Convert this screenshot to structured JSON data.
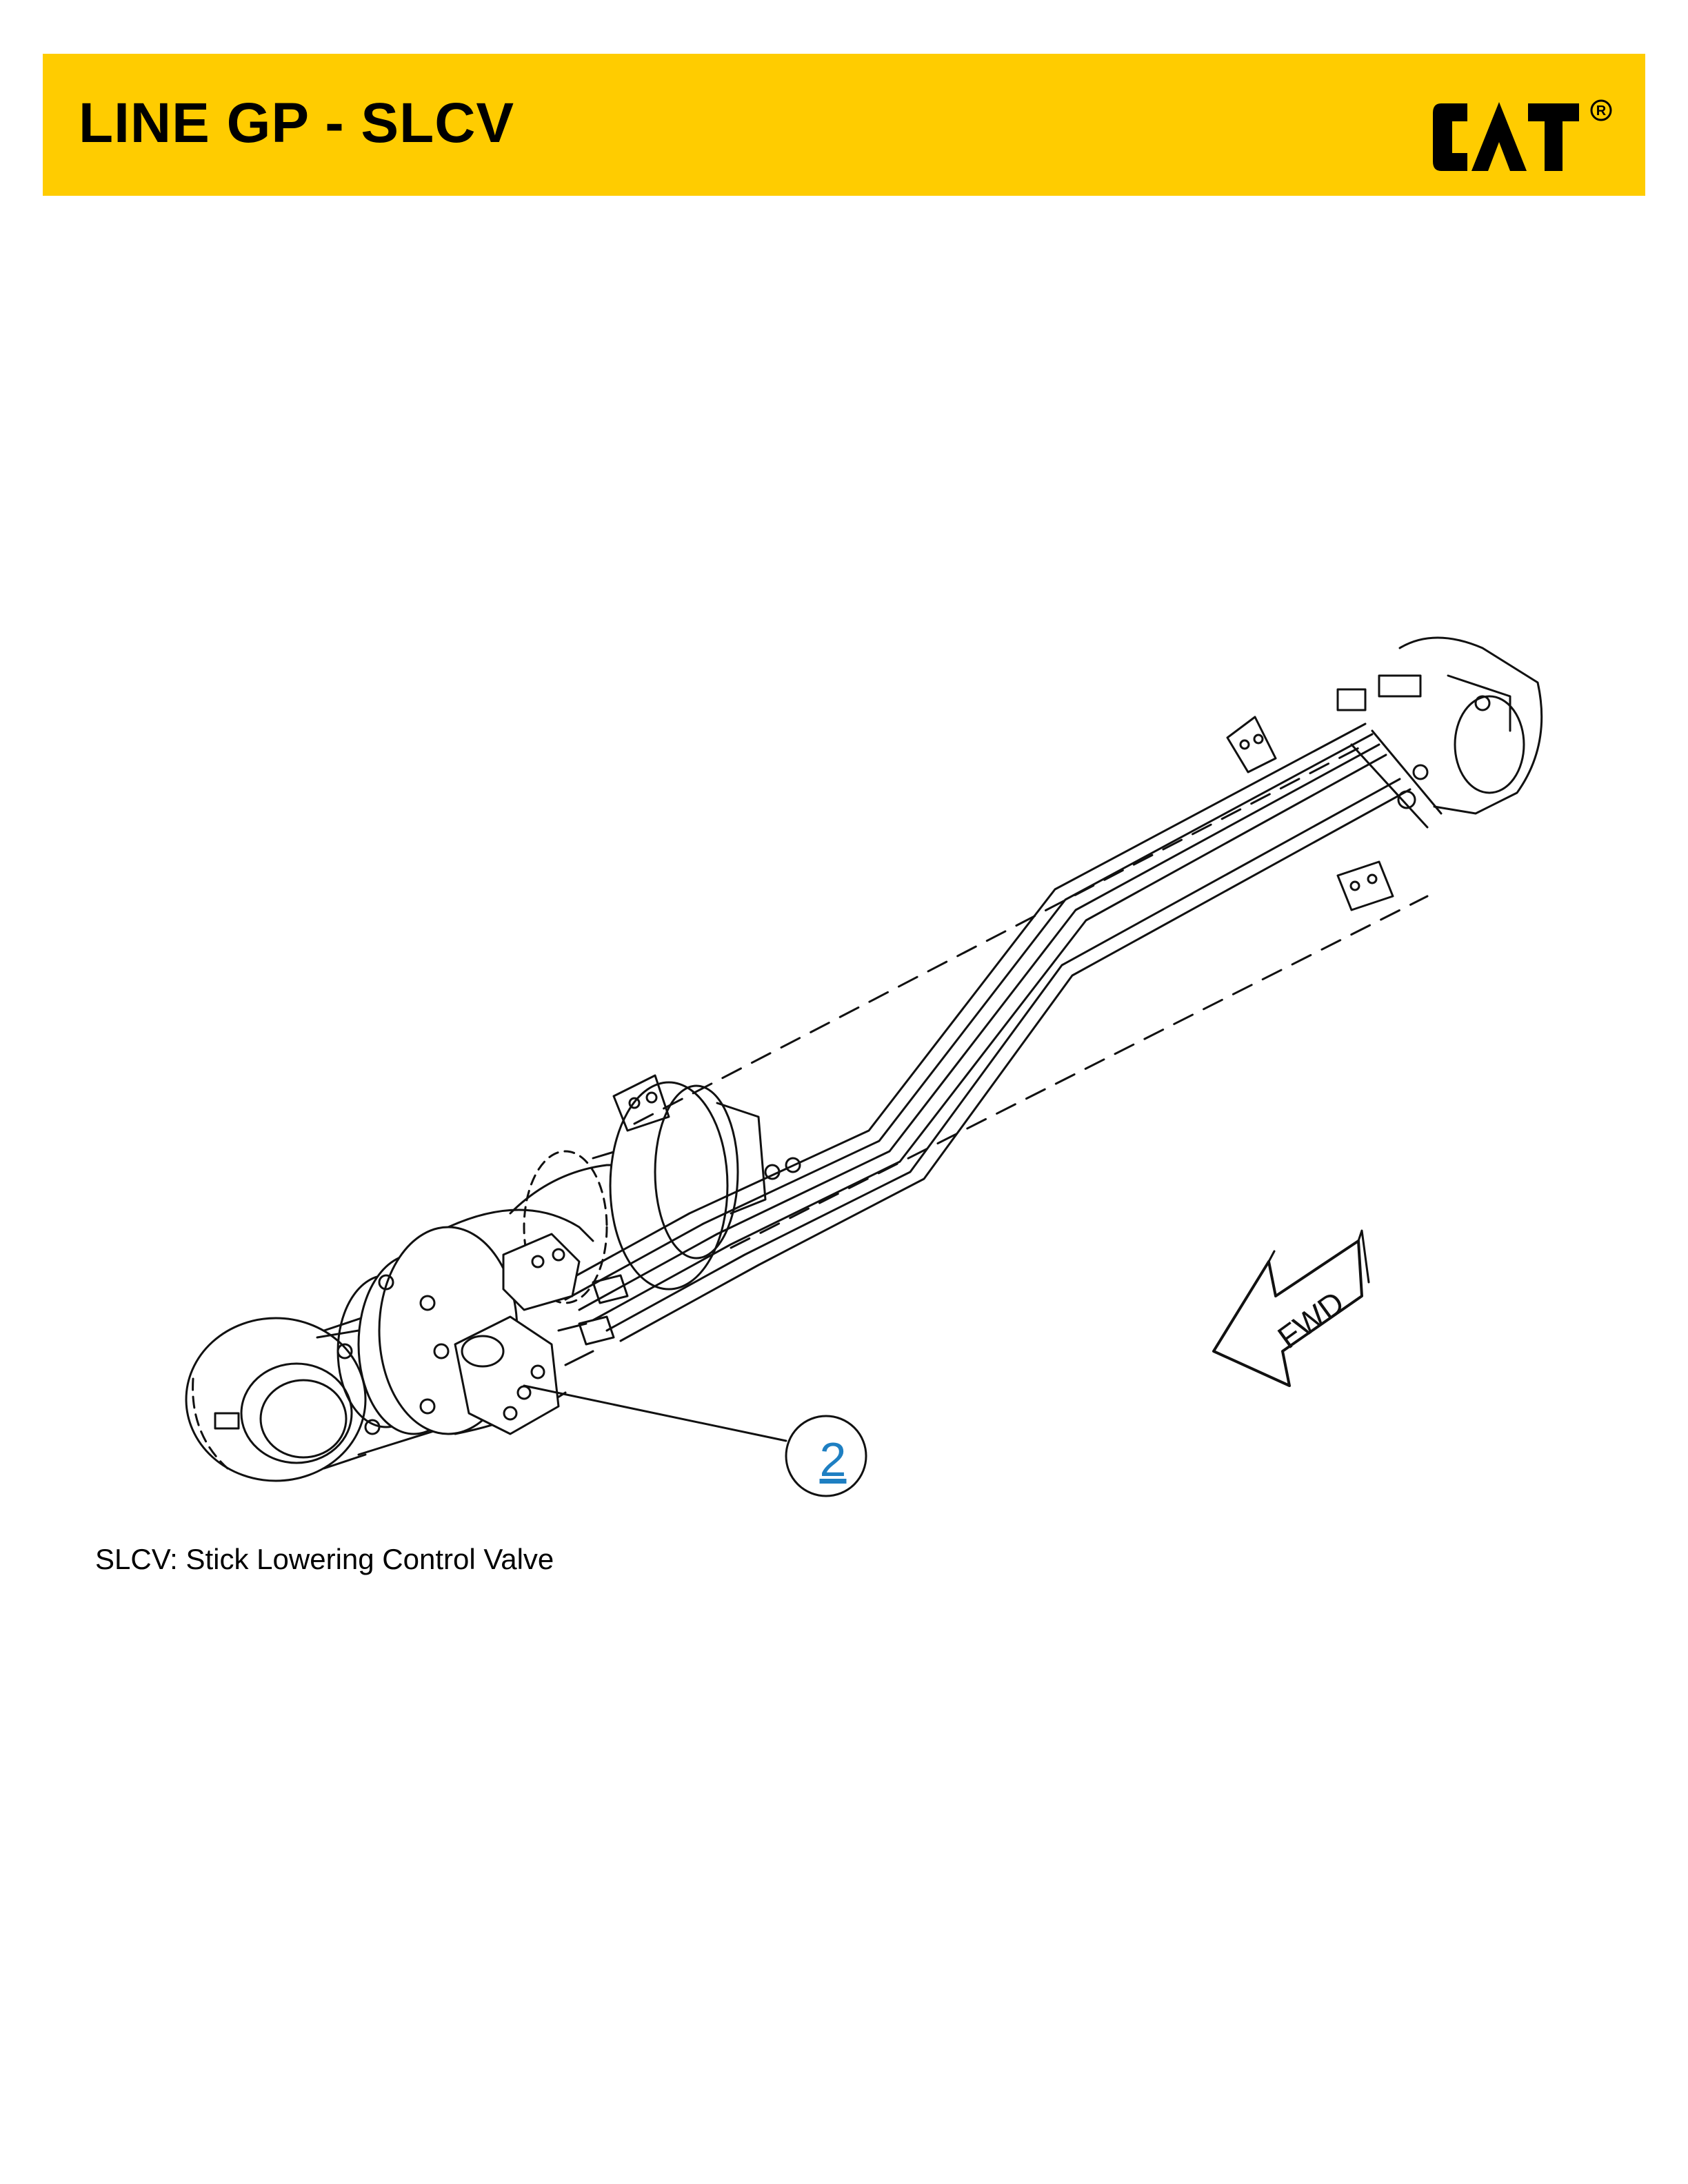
{
  "header": {
    "title": "LINE GP - SLCV",
    "background_color": "#FFCC00",
    "logo": {
      "name": "cat-logo",
      "text": "CAT",
      "registered_mark": "®"
    }
  },
  "diagram": {
    "callouts": [
      {
        "number": "2",
        "color": "#1E7FC2"
      }
    ],
    "direction_arrow": {
      "label": "FWD"
    }
  },
  "caption": "SLCV: Stick Lowering Control Valve"
}
